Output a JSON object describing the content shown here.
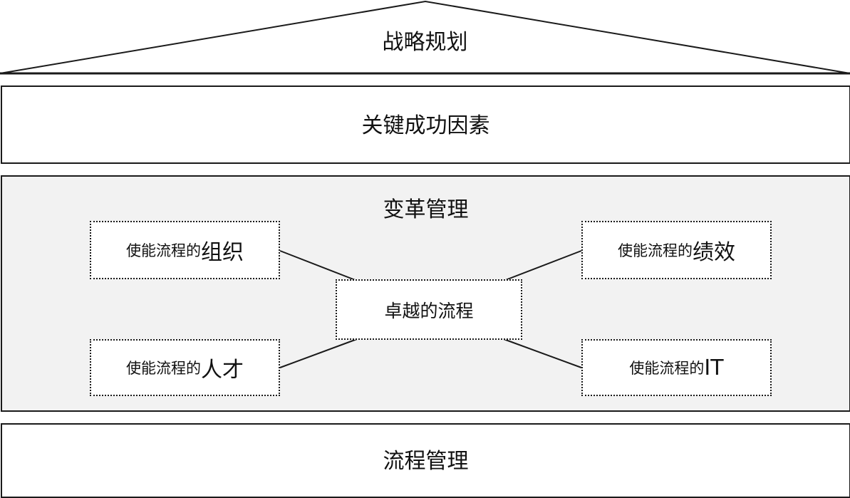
{
  "diagram": {
    "roof": {
      "label": "战略规划"
    },
    "critical_success_factors": {
      "label": "关键成功因素"
    },
    "change_management": {
      "label": "变革管理",
      "center": {
        "label": "卓越的流程"
      },
      "nodes": [
        {
          "prefix": "使能流程的",
          "emphasis": "组织"
        },
        {
          "prefix": "使能流程的",
          "emphasis": "绩效"
        },
        {
          "prefix": "使能流程的",
          "emphasis": "人才"
        },
        {
          "prefix": "使能流程的",
          "emphasis": "IT"
        }
      ]
    },
    "process_management": {
      "label": "流程管理"
    }
  }
}
